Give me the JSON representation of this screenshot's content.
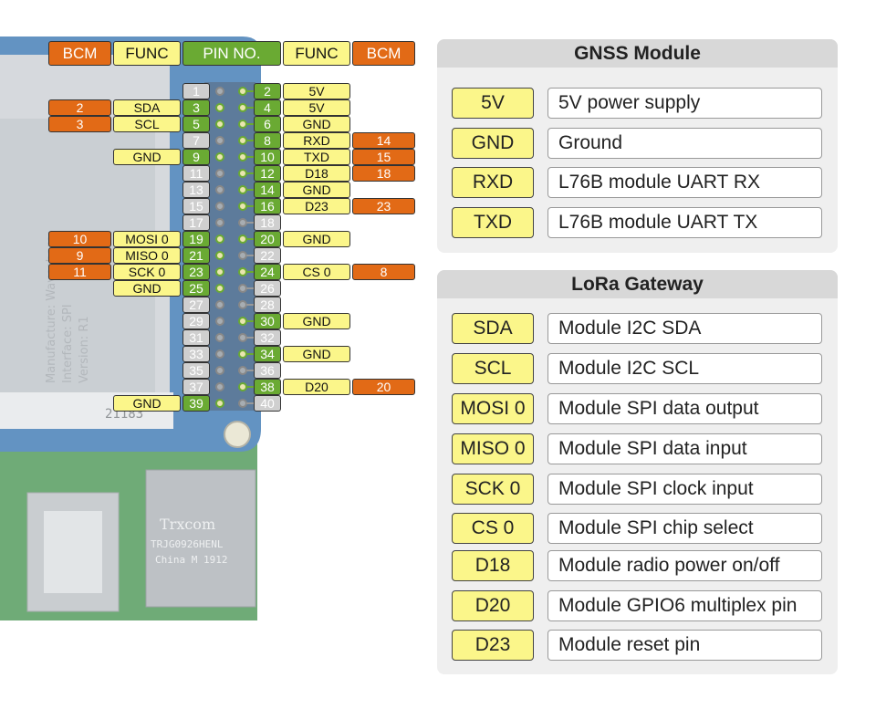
{
  "header": {
    "bcm_left": "BCM",
    "func_left": "FUNC",
    "pin_no": "PIN NO.",
    "func_right": "FUNC",
    "bcm_right": "BCM"
  },
  "board": {
    "module_silk": [
      "Manufacture: Waveshare",
      "Interface: SPI",
      "Version: R1"
    ],
    "chip_code": "21183",
    "jack_brand": "Trxcom",
    "jack_code": "TRJG0926HENL",
    "jack_origin": "China M 1912"
  },
  "pins": [
    {
      "no": "1",
      "func": "",
      "bcm": ""
    },
    {
      "no": "2",
      "func": "5V",
      "bcm": ""
    },
    {
      "no": "3",
      "func": "SDA",
      "bcm": "2"
    },
    {
      "no": "4",
      "func": "5V",
      "bcm": ""
    },
    {
      "no": "5",
      "func": "SCL",
      "bcm": "3"
    },
    {
      "no": "6",
      "func": "GND",
      "bcm": ""
    },
    {
      "no": "7",
      "func": "",
      "bcm": ""
    },
    {
      "no": "8",
      "func": "RXD",
      "bcm": "14"
    },
    {
      "no": "9",
      "func": "GND",
      "bcm": ""
    },
    {
      "no": "10",
      "func": "TXD",
      "bcm": "15"
    },
    {
      "no": "11",
      "func": "",
      "bcm": ""
    },
    {
      "no": "12",
      "func": "D18",
      "bcm": "18"
    },
    {
      "no": "13",
      "func": "",
      "bcm": ""
    },
    {
      "no": "14",
      "func": "GND",
      "bcm": ""
    },
    {
      "no": "15",
      "func": "",
      "bcm": ""
    },
    {
      "no": "16",
      "func": "D23",
      "bcm": "23"
    },
    {
      "no": "17",
      "func": "",
      "bcm": ""
    },
    {
      "no": "18",
      "func": "",
      "bcm": ""
    },
    {
      "no": "19",
      "func": "MOSI 0",
      "bcm": "10"
    },
    {
      "no": "20",
      "func": "GND",
      "bcm": ""
    },
    {
      "no": "21",
      "func": "MISO 0",
      "bcm": "9"
    },
    {
      "no": "22",
      "func": "",
      "bcm": ""
    },
    {
      "no": "23",
      "func": "SCK 0",
      "bcm": "11"
    },
    {
      "no": "24",
      "func": "CS 0",
      "bcm": "8"
    },
    {
      "no": "25",
      "func": "GND",
      "bcm": ""
    },
    {
      "no": "26",
      "func": "",
      "bcm": ""
    },
    {
      "no": "27",
      "func": "",
      "bcm": ""
    },
    {
      "no": "28",
      "func": "",
      "bcm": ""
    },
    {
      "no": "29",
      "func": "",
      "bcm": ""
    },
    {
      "no": "30",
      "func": "GND",
      "bcm": ""
    },
    {
      "no": "31",
      "func": "",
      "bcm": ""
    },
    {
      "no": "32",
      "func": "",
      "bcm": ""
    },
    {
      "no": "33",
      "func": "",
      "bcm": ""
    },
    {
      "no": "34",
      "func": "GND",
      "bcm": ""
    },
    {
      "no": "35",
      "func": "",
      "bcm": ""
    },
    {
      "no": "36",
      "func": "",
      "bcm": ""
    },
    {
      "no": "37",
      "func": "",
      "bcm": ""
    },
    {
      "no": "38",
      "func": "D20",
      "bcm": "20"
    },
    {
      "no": "39",
      "func": "GND",
      "bcm": ""
    },
    {
      "no": "40",
      "func": "",
      "bcm": ""
    }
  ],
  "gnss": {
    "title": "GNSS Module",
    "rows": [
      {
        "tag": "5V",
        "desc": "5V power supply"
      },
      {
        "tag": "GND",
        "desc": "Ground"
      },
      {
        "tag": "RXD",
        "desc": "L76B module UART RX"
      },
      {
        "tag": "TXD",
        "desc": "L76B module UART TX"
      }
    ]
  },
  "lora": {
    "title": "LoRa Gateway",
    "rows": [
      {
        "tag": "SDA",
        "desc": "Module I2C SDA"
      },
      {
        "tag": "SCL",
        "desc": "Module I2C SCL"
      },
      {
        "tag": "MOSI 0",
        "desc": "Module SPI data output"
      },
      {
        "tag": "MISO 0",
        "desc": "Module SPI data input"
      },
      {
        "tag": "SCK 0",
        "desc": "Module SPI clock input"
      },
      {
        "tag": "CS 0",
        "desc": "Module SPI chip select"
      },
      {
        "tag": "D18",
        "desc": "Module radio power on/off"
      },
      {
        "tag": "D20",
        "desc": "Module GPIO6 multiplex pin"
      },
      {
        "tag": "D23",
        "desc": "Module  reset pin"
      }
    ]
  },
  "colors": {
    "bcm": "#e26a16",
    "func": "#fbf68a",
    "pin_active": "#6aaa33",
    "pin_inactive": "#cfcfcf",
    "board": "#2f6fae",
    "pcb_green": "#3f8f4a"
  }
}
